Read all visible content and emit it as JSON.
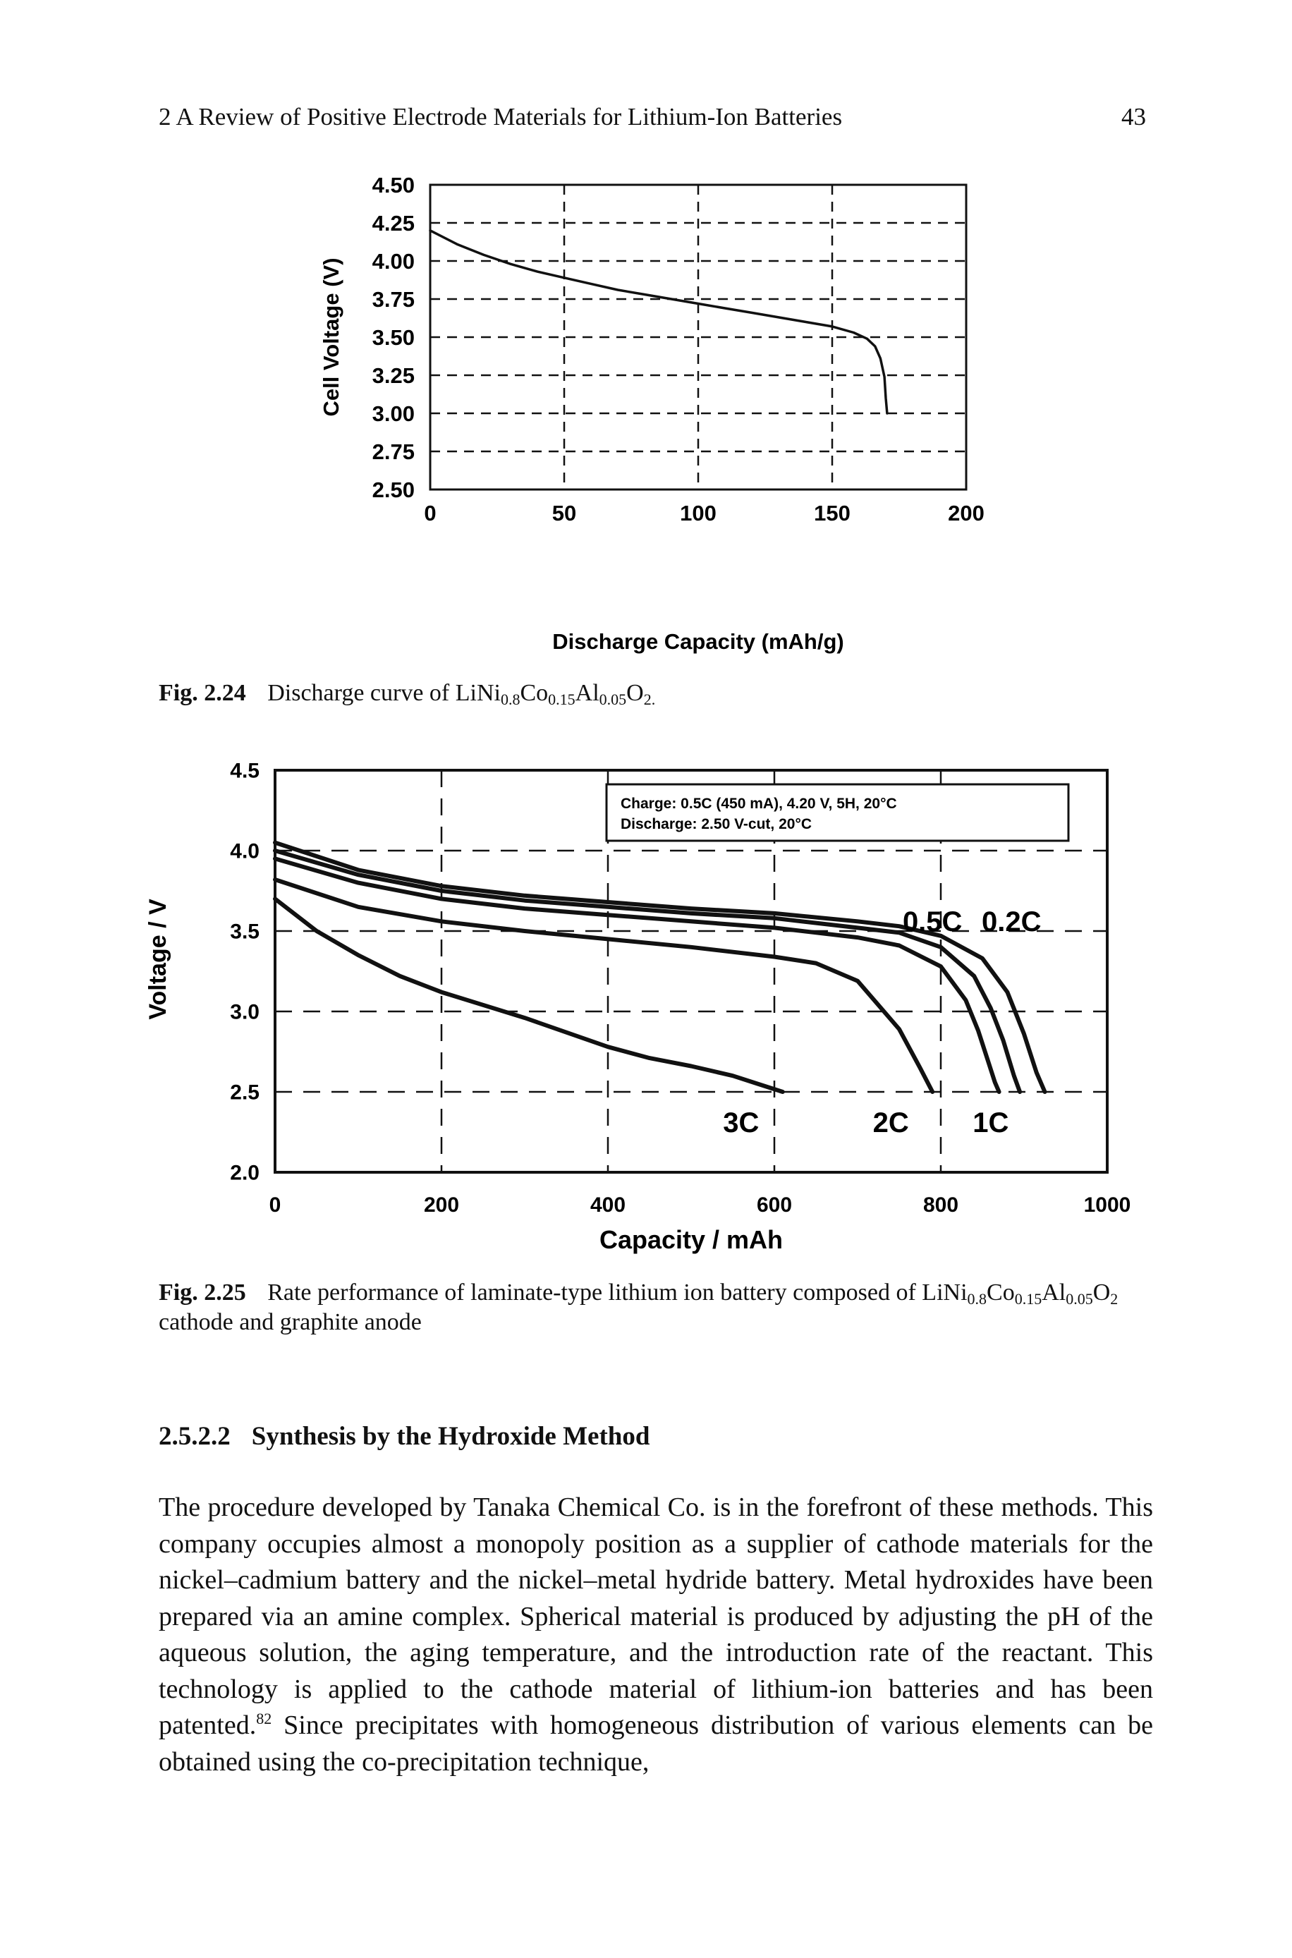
{
  "running_head": {
    "title": "2   A Review of Positive Electrode Materials for Lithium-Ion Batteries",
    "page_number": "43"
  },
  "chart_data": [
    {
      "type": "line",
      "figure": "Fig. 2.24",
      "ylabel": "Cell Voltage (V)",
      "xlabel": "Discharge Capacity (mAh/g)",
      "xlim": [
        0,
        200
      ],
      "ylim": [
        2.5,
        4.5
      ],
      "x_ticks": [
        "0",
        "50",
        "100",
        "150",
        "200"
      ],
      "y_ticks": [
        "4.50",
        "4.25",
        "4.00",
        "3.75",
        "3.50",
        "3.25",
        "3.00",
        "2.75",
        "2.50"
      ],
      "grid": "dashed",
      "series": [
        {
          "x": [
            0,
            10,
            20,
            30,
            40,
            50,
            60,
            70,
            80,
            90,
            100,
            110,
            120,
            130,
            140,
            150,
            158,
            163,
            166,
            168,
            169.5,
            170,
            170.5
          ],
          "y": [
            4.2,
            4.11,
            4.04,
            3.98,
            3.93,
            3.89,
            3.85,
            3.81,
            3.78,
            3.75,
            3.72,
            3.69,
            3.66,
            3.63,
            3.6,
            3.57,
            3.53,
            3.49,
            3.44,
            3.36,
            3.24,
            3.1,
            3.0
          ]
        }
      ]
    },
    {
      "type": "line",
      "figure": "Fig. 2.25",
      "ylabel": "Voltage / V",
      "xlabel": "Capacity / mAh",
      "xlim": [
        0,
        1000
      ],
      "ylim": [
        2.0,
        4.5
      ],
      "x_ticks": [
        "0",
        "200",
        "400",
        "600",
        "800",
        "1000"
      ],
      "y_ticks": [
        "4.5",
        "4.0",
        "3.5",
        "3.0",
        "2.5",
        "2.0"
      ],
      "grid": "dashed",
      "legend_box": [
        "Charge: 0.5C (450 mA), 4.20 V, 5H, 20°C",
        "Discharge: 2.50 V-cut, 20°C"
      ],
      "annotations": [
        "0.5C",
        "0.2C",
        "3C",
        "2C",
        "1C"
      ],
      "series": [
        {
          "name": "0.2C",
          "x": [
            0,
            100,
            200,
            300,
            400,
            500,
            600,
            700,
            750,
            800,
            850,
            880,
            900,
            915,
            925
          ],
          "y": [
            4.05,
            3.88,
            3.78,
            3.72,
            3.68,
            3.64,
            3.61,
            3.56,
            3.53,
            3.47,
            3.33,
            3.12,
            2.86,
            2.62,
            2.5
          ]
        },
        {
          "name": "0.5C",
          "x": [
            0,
            100,
            200,
            300,
            400,
            500,
            600,
            700,
            750,
            800,
            840,
            860,
            875,
            888,
            895
          ],
          "y": [
            4.0,
            3.85,
            3.75,
            3.69,
            3.65,
            3.61,
            3.58,
            3.52,
            3.49,
            3.4,
            3.22,
            3.02,
            2.82,
            2.6,
            2.5
          ]
        },
        {
          "name": "1C",
          "x": [
            0,
            100,
            200,
            300,
            400,
            500,
            600,
            700,
            750,
            800,
            830,
            845,
            855,
            865,
            870
          ],
          "y": [
            3.95,
            3.8,
            3.7,
            3.64,
            3.6,
            3.56,
            3.52,
            3.46,
            3.41,
            3.28,
            3.07,
            2.88,
            2.72,
            2.56,
            2.5
          ]
        },
        {
          "name": "2C",
          "x": [
            0,
            100,
            200,
            300,
            400,
            500,
            600,
            650,
            700,
            750,
            775,
            790
          ],
          "y": [
            3.82,
            3.65,
            3.56,
            3.5,
            3.45,
            3.4,
            3.34,
            3.3,
            3.19,
            2.89,
            2.65,
            2.5
          ]
        },
        {
          "name": "3C",
          "x": [
            0,
            50,
            100,
            150,
            200,
            300,
            400,
            450,
            500,
            550,
            580,
            610
          ],
          "y": [
            3.7,
            3.5,
            3.35,
            3.22,
            3.12,
            2.96,
            2.78,
            2.71,
            2.66,
            2.6,
            2.55,
            2.5
          ]
        }
      ]
    }
  ],
  "captions": {
    "fig24": {
      "label": "Fig. 2.24",
      "text": "Discharge curve of LiNi",
      "sub1": "0.8",
      "t2": "Co",
      "sub2": "0.15",
      "t3": "Al",
      "sub3": "0.05",
      "t4": "O",
      "sub4": "2."
    },
    "fig25": {
      "label": "Fig. 2.25",
      "text": "Rate performance of laminate-type lithium ion battery composed of LiNi",
      "sub1": "0.8",
      "t2": "Co",
      "sub2": "0.15",
      "t3": "Al",
      "sub3": "0.05",
      "t4": "O",
      "sub4": "2",
      "t5": "cathode and graphite anode"
    }
  },
  "section": {
    "number": "2.5.2.2",
    "title": "Synthesis by the Hydroxide Method"
  },
  "body": {
    "p1": "The procedure developed by Tanaka Chemical Co. is in the forefront of these methods. This company occupies almost a monopoly position as a supplier of cathode materials for the nickel–cadmium battery and the nickel–metal hydride battery. Metal hydroxides have been prepared via an amine complex. Spherical material is produced by adjusting the pH of the aqueous solution, the aging temperature, and the introduction rate of the reactant. This technology is applied to the cathode material of lithium-ion batteries and has been patented.",
    "ref": "82",
    "p2": " Since precipitates with homogeneous distribution of various elements can be obtained using the co-precipitation technique,"
  }
}
